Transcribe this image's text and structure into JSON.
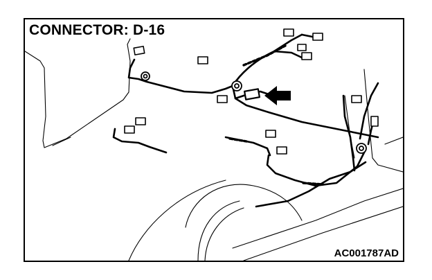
{
  "diagram": {
    "title": "CONNECTOR: D-16",
    "figure_code": "AC001787AD",
    "colors": {
      "line": "#000000",
      "background": "#ffffff"
    },
    "highlight": {
      "type": "arrow",
      "points_to": "target-connector",
      "icon": "arrow-left-icon"
    }
  }
}
